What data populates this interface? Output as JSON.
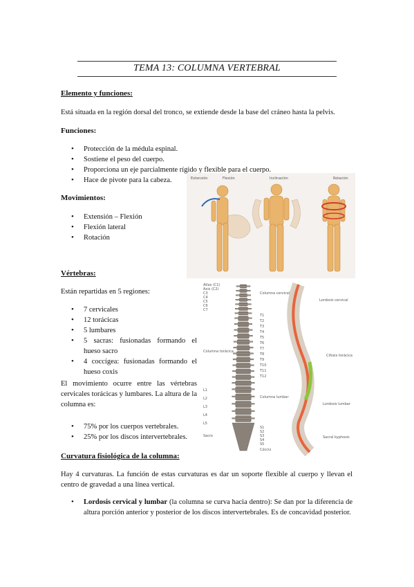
{
  "title": "TEMA 13: COLUMNA VERTEBRAL",
  "section_elemento": {
    "heading": "Elemento y funciones:",
    "text": "Está situada en la región dorsal del tronco, se extiende desde la base del cráneo hasta la pelvis."
  },
  "funciones": {
    "heading": "Funciones:",
    "items": [
      "Protección de la médula espinal.",
      "Sostiene el peso del cuerpo.",
      "Proporciona un eje parcialmente rígido y flexible para el cuerpo.",
      "Hace de pivote para la cabeza."
    ]
  },
  "movimientos": {
    "heading": "Movimientos:",
    "items": [
      "Extensión – Flexión",
      "Flexión lateral",
      "Rotación"
    ],
    "figure_labels": [
      "Extensión",
      "Flexión",
      "Inclinación",
      "Rotación"
    ]
  },
  "vertebras": {
    "heading": "Vértebras:",
    "intro": "Están repartidas en 5 regiones:",
    "items": [
      "7 cervicales",
      "12 torácicas",
      "5 lumbares",
      "5 sacras: fusionadas formando el hueso sacro",
      "4 coccígea: fusionadas formando el hueso coxis"
    ],
    "movement_text": "El movimiento ocurre entre las vértebras cervicales torácicas y lumbares. La altura de la columna es:",
    "height_items": [
      "75% por los cuerpos vertebrales.",
      "25% por los discos intervertebrales."
    ]
  },
  "spine_figure": {
    "left_labels": [
      "Atlas (C1)",
      "Axis (C2)",
      "C3",
      "C4",
      "C5",
      "C6",
      "C7",
      "Columna torácica",
      "L1",
      "L2",
      "L3",
      "L4",
      "L5",
      "Sacro"
    ],
    "right_labels": [
      "Columna cervical",
      "T1",
      "T2",
      "T3",
      "T4",
      "T5",
      "T6",
      "T7",
      "T8",
      "T9",
      "T10",
      "T11",
      "T12",
      "Columna lumbar",
      "S1",
      "S2",
      "S3",
      "S4",
      "S5",
      "Cóccix"
    ],
    "curve_labels": [
      "Lordosis cervical",
      "Cifosis torácica",
      "Lordosis lumbar",
      "Sacral kyphosis"
    ]
  },
  "curvatura": {
    "heading": "Curvatura fisiológica de la columna:",
    "text": "Hay 4 curvaturas. La función de estas curvaturas es dar un soporte flexible al cuerpo y llevan el centro de gravedad a una línea vertical.",
    "item_bold": "Lordosis cervical y lumbar",
    "item_rest": " (la columna se curva hacia dentro): Se dan por la diferencia de altura porción anterior y posterior de los discos intervertebrales. Es de concavidad posterior."
  }
}
